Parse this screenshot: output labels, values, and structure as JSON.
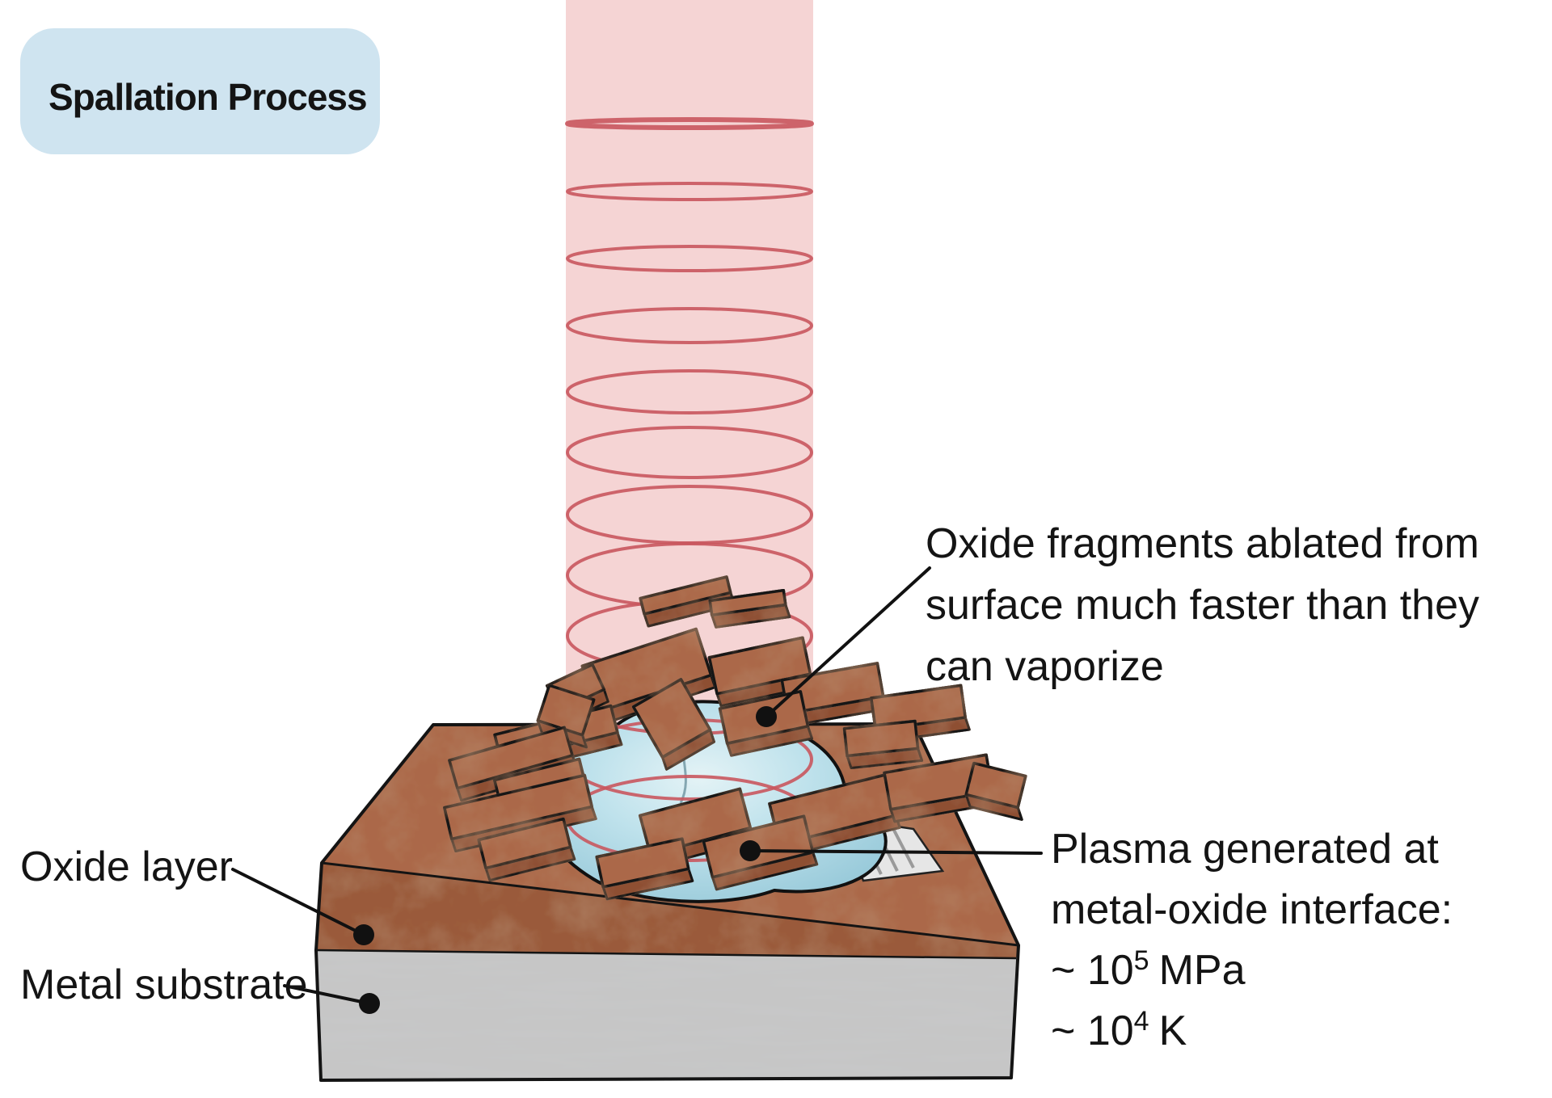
{
  "title": "Spallation Process",
  "annotations": {
    "fragments": {
      "line1": "Oxide fragments ablated from",
      "line2": "surface much faster than they",
      "line3": "can vaporize"
    },
    "plasma": {
      "line1": "Plasma generated at",
      "line2": "metal-oxide interface:",
      "pressure": {
        "base": "~ 10",
        "exp": "5",
        "unit": "MPa"
      },
      "temperature": {
        "base": "~ 10",
        "exp": "4",
        "unit": "K"
      }
    },
    "oxide_layer": "Oxide layer",
    "metal_substrate": "Metal substrate"
  },
  "colors": {
    "badge_bg": "#cfe4f0",
    "beam": "#f5d4d4",
    "ring": "#c9575e",
    "oxide": "#ab6848",
    "oxide_dark": "#9a5a3a",
    "metal": "#c6c6c6",
    "plasma": "#bfe2ec",
    "ink": "#141414"
  }
}
